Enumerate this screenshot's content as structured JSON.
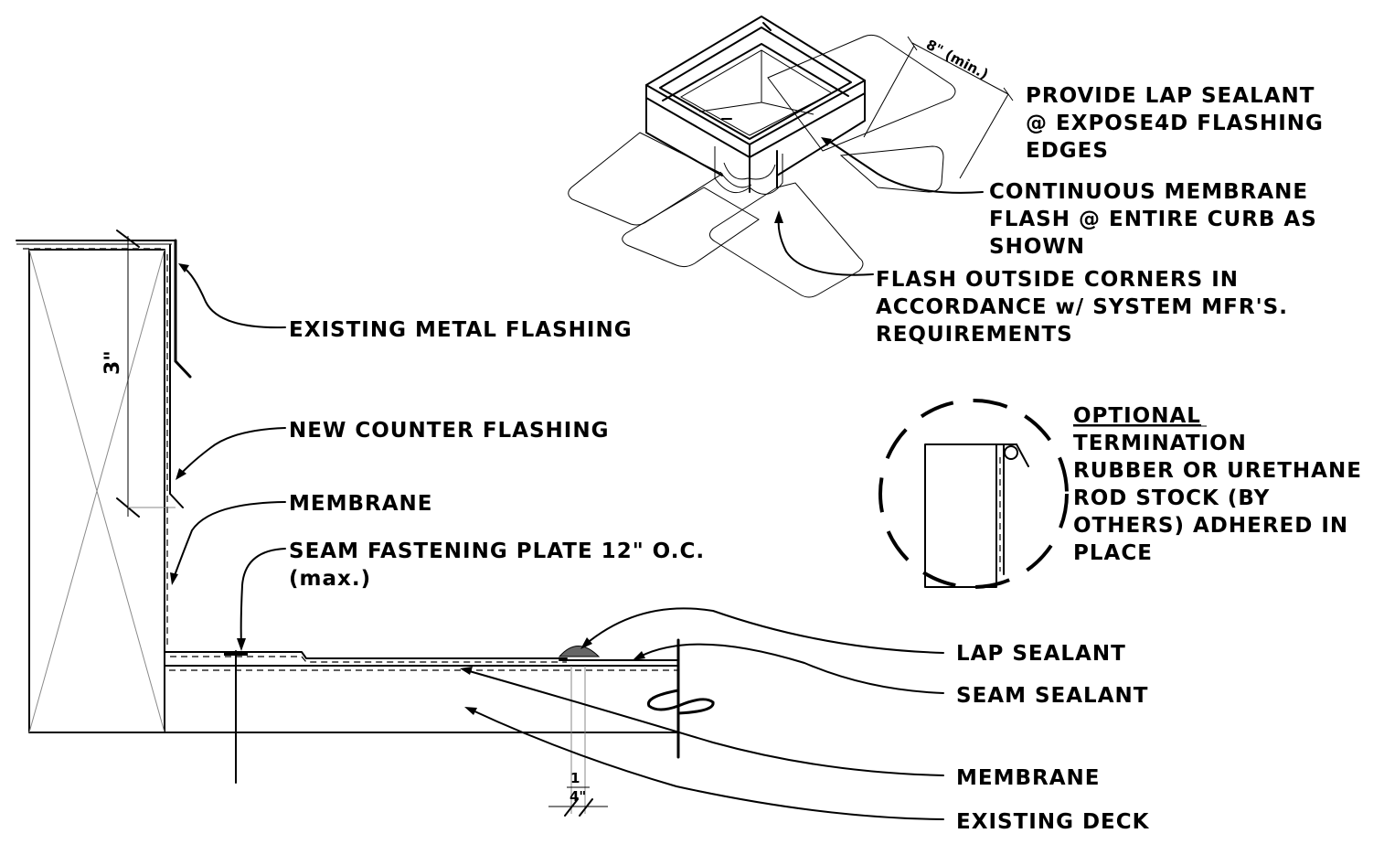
{
  "curb_detail": {
    "dim_8in": "8\" (min.)",
    "lap_sealant_note": [
      "PROVIDE LAP SEALANT",
      "@ EXPOSE4D FLASHING",
      "EDGES"
    ],
    "membrane_flash_note": [
      "CONTINUOUS MEMBRANE",
      "FLASH @ ENTIRE CURB AS",
      "SHOWN"
    ],
    "corners_note": [
      "FLASH OUTSIDE CORNERS IN",
      "ACCORDANCE w/ SYSTEM MFR'S.",
      "REQUIREMENTS"
    ]
  },
  "wall_detail": {
    "existing_metal_flashing": "EXISTING METAL FLASHING",
    "new_counter_flashing": "NEW COUNTER FLASHING",
    "membrane_upper": "MEMBRANE",
    "seam_plate": [
      "SEAM FASTENING PLATE 12\" O.C.",
      "(max.)"
    ],
    "dim_3in": "3\"",
    "lap_sealant": "LAP SEALANT",
    "seam_sealant": "SEAM SEALANT",
    "membrane_lower": "MEMBRANE",
    "existing_deck": "EXISTING DECK",
    "dim_quarter_num": "1",
    "dim_quarter_den": "4\""
  },
  "optional_detail": {
    "heading": "OPTIONAL",
    "lines": [
      "TERMINATION",
      "RUBBER OR URETHANE",
      "ROD STOCK (BY",
      "OTHERS) ADHERED IN",
      "PLACE"
    ]
  }
}
